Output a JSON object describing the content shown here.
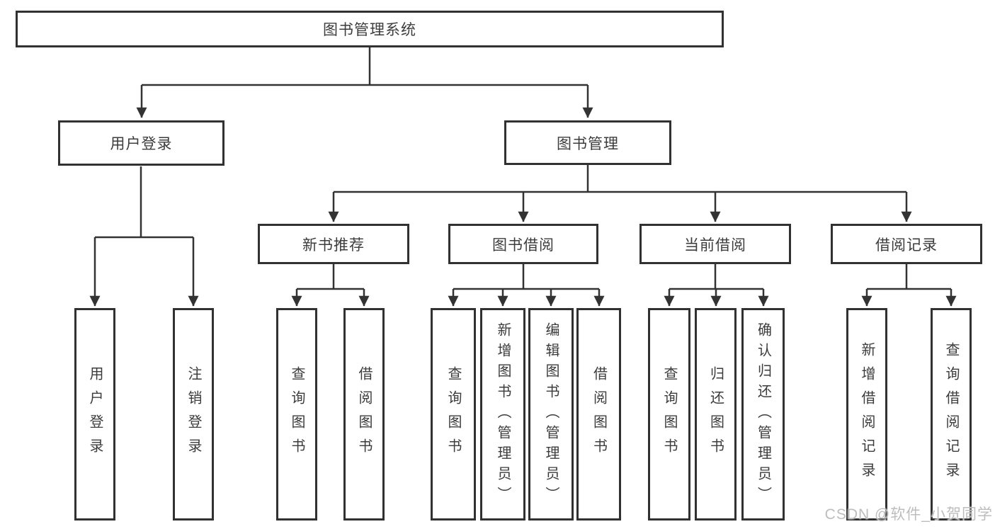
{
  "diagram": {
    "root_label": "图书管理系统",
    "branches": [
      {
        "label": "用户登录",
        "children": [
          "用户登录",
          "注销登录"
        ]
      },
      {
        "label": "图书管理",
        "groups": [
          {
            "label": "新书推荐",
            "children": [
              "查询图书",
              "借阅图书"
            ]
          },
          {
            "label": "图书借阅",
            "children": [
              "查询图书",
              "新增图书（管理员）",
              "编辑图书（管理员）",
              "借阅图书"
            ]
          },
          {
            "label": "当前借阅",
            "children": [
              "查询图书",
              "归还图书",
              "确认归还（管理员）"
            ]
          },
          {
            "label": "借阅记录",
            "children": [
              "新增借阅记录",
              "查询借阅记录"
            ]
          }
        ]
      }
    ]
  },
  "watermark": "CSDN @软件_小贺同学",
  "colors": {
    "line": "#333333",
    "border": "#313131",
    "text": "#3c3c3c",
    "watermark": "#bdbdbd",
    "background": "#ffffff"
  }
}
